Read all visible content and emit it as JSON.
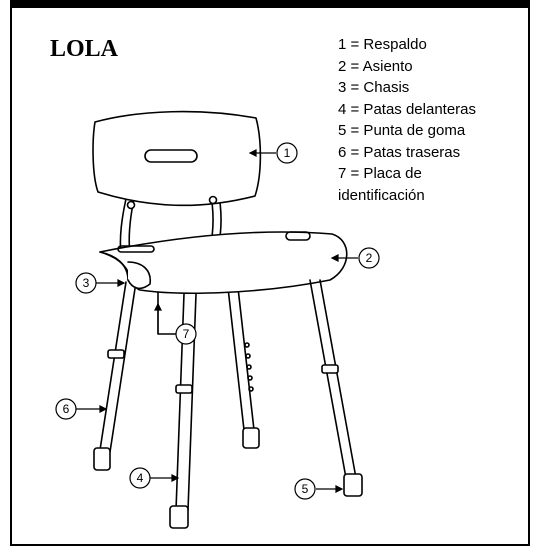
{
  "title": "LOLA",
  "legend": [
    "1 = Respaldo",
    "2 = Asiento",
    "3 = Chasis",
    "4 = Patas delanteras",
    "5 = Punta de goma",
    "6 = Patas traseras",
    "7 = Placa de",
    "identificación"
  ],
  "callouts": [
    "1",
    "2",
    "3",
    "4",
    "5",
    "6",
    "7"
  ]
}
